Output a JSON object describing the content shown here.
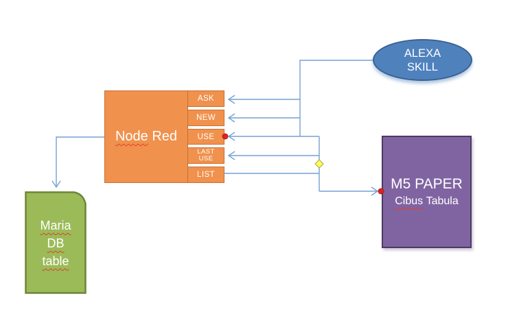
{
  "shapes": {
    "node_red": {
      "label_word1": "Node",
      "label_word2": "Red",
      "ports": {
        "ask": "ASK",
        "new": "NEW",
        "use": "USE",
        "last_use": "LAST USE",
        "list": "LIST"
      }
    },
    "alexa_skill": {
      "line1": "ALEXA",
      "line2": "SKILL"
    },
    "m5_paper": {
      "title": "M5 PAPER",
      "subtitle_word1": "Cibus",
      "subtitle_word2": "Tabula"
    },
    "maria_db": {
      "line1": "Maria",
      "line2": "DB",
      "line3": "table"
    }
  },
  "icons": {
    "red_dot": "connection-endpoint-indicator",
    "yellow_diamond": "connector-adjustment-handle",
    "open_chevron": "arrowhead"
  },
  "colors": {
    "node_red_fill": "#F0914D",
    "node_red_border": "#C96F35",
    "alexa_fill": "#4F81BD",
    "alexa_border": "#3A6291",
    "m5_fill": "#8064A2",
    "m5_border": "#4B3B61",
    "maria_fill": "#9BBB59",
    "maria_border": "#6E8539",
    "connector": "#74A0D4",
    "endpoint_red": "#E02222",
    "handle_yellow": "#FFFF5E",
    "spellcheck_red": "#E0402A"
  }
}
